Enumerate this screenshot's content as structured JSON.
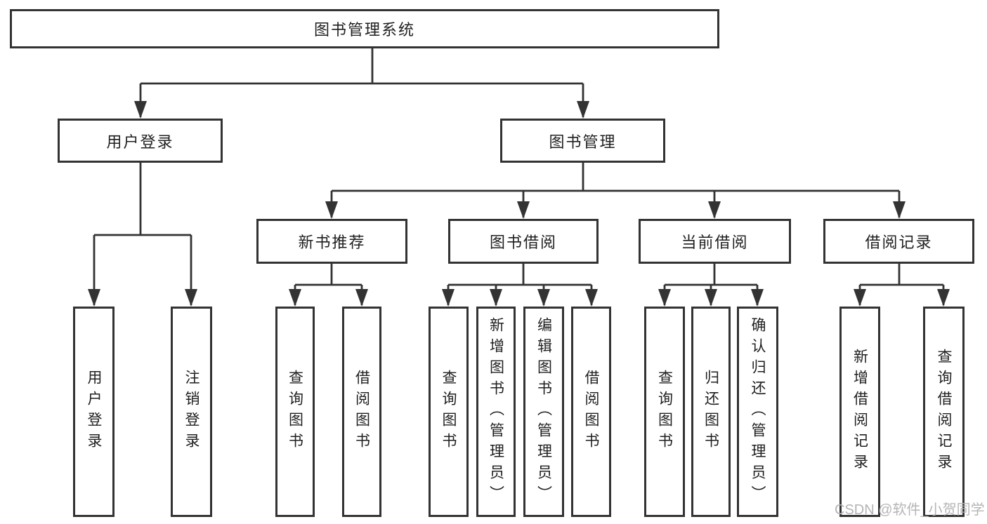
{
  "nodes": {
    "root": "图书管理系统",
    "level2": [
      "用户登录",
      "图书管理"
    ],
    "level3": [
      "新书推荐",
      "图书借阅",
      "当前借阅",
      "借阅记录"
    ],
    "leaves": {
      "user_login": [
        "用户登录",
        "注销登录"
      ],
      "new_books": [
        "查询图书",
        "借阅图书"
      ],
      "book_borrow": [
        "查询图书",
        "新增图书（管理员）",
        "编辑图书（管理员）",
        "借阅图书"
      ],
      "current_borrow": [
        "查询图书",
        "归还图书",
        "确认归还（管理员）"
      ],
      "borrow_records": [
        "新增借阅记录",
        "查询借阅记录"
      ]
    }
  },
  "watermark": {
    "text": "CSDN @软件_小贺同学"
  },
  "colors": {
    "line": "#333333",
    "border": "#333333",
    "text": "#1f1f1f",
    "watermark": "#b5b5b5",
    "background": "#ffffff"
  }
}
